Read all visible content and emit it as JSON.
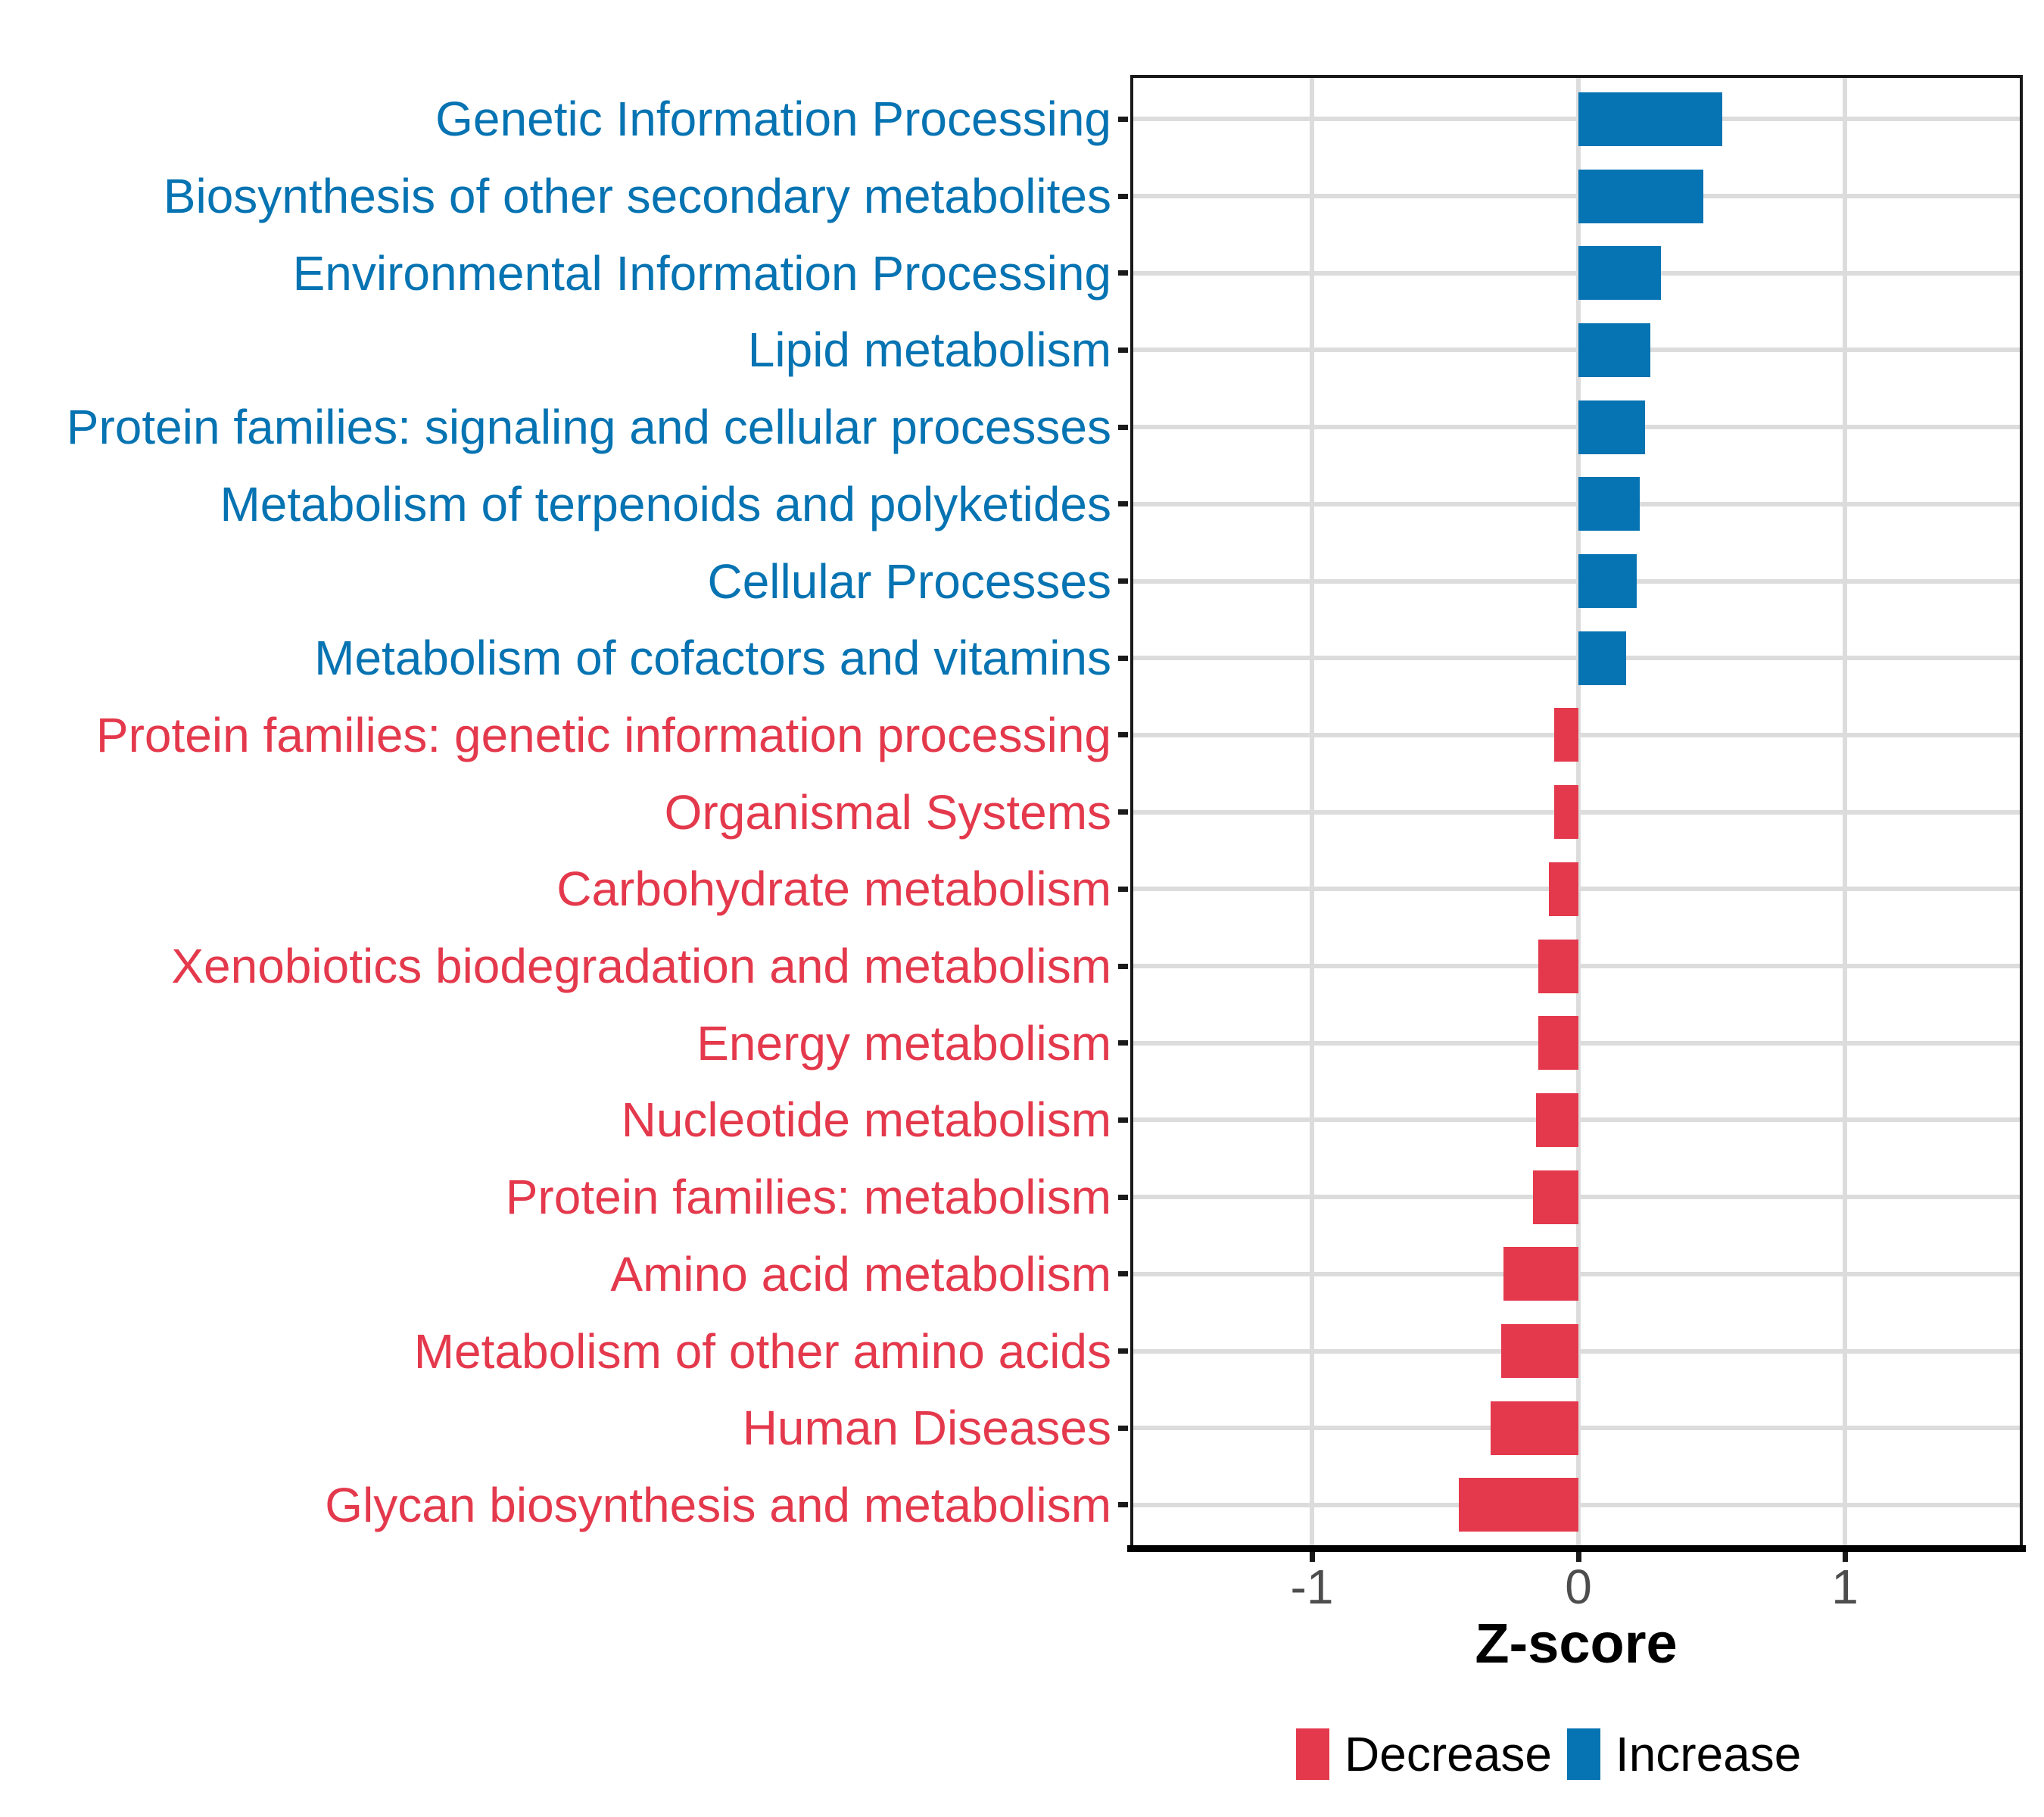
{
  "chart_data": {
    "type": "bar",
    "orientation": "horizontal",
    "title": "",
    "xlabel": "Z-score",
    "ylabel": "",
    "xlim": [
      -1.68,
      1.67
    ],
    "grid": "major-only",
    "legend_position": "bottom",
    "x_ticks": [
      {
        "label": "-1",
        "value": -1
      },
      {
        "label": "0",
        "value": 0
      },
      {
        "label": "1",
        "value": 1
      }
    ],
    "categories": [
      "Genetic Information Processing",
      "Biosynthesis of other secondary metabolites",
      "Environmental Information Processing",
      "Lipid metabolism",
      "Protein families: signaling and cellular processes",
      "Metabolism of terpenoids and polyketides",
      "Cellular Processes",
      "Metabolism of cofactors and vitamins",
      "Protein families: genetic information processing",
      "Organismal Systems",
      "Carbohydrate metabolism",
      "Xenobiotics biodegradation and metabolism",
      "Energy metabolism",
      "Nucleotide metabolism",
      "Protein families: metabolism",
      "Amino acid metabolism",
      "Metabolism of other amino acids",
      "Human Diseases",
      "Glycan biosynthesis and metabolism"
    ],
    "values": [
      0.54,
      0.47,
      0.31,
      0.27,
      0.25,
      0.23,
      0.22,
      0.18,
      -0.09,
      -0.09,
      -0.11,
      -0.15,
      -0.15,
      -0.16,
      -0.17,
      -0.28,
      -0.29,
      -0.33,
      -0.45
    ],
    "directions": [
      "Increase",
      "Increase",
      "Increase",
      "Increase",
      "Increase",
      "Increase",
      "Increase",
      "Increase",
      "Decrease",
      "Decrease",
      "Decrease",
      "Decrease",
      "Decrease",
      "Decrease",
      "Decrease",
      "Decrease",
      "Decrease",
      "Decrease",
      "Decrease"
    ],
    "legend": [
      {
        "label": "Decrease",
        "color": "#E4394C"
      },
      {
        "label": "Increase",
        "color": "#0673B2"
      }
    ],
    "colors": {
      "increase": "#0673B2",
      "decrease": "#E4394C",
      "gridline": "#DCDCDC",
      "axis_text": "#4D4D4D",
      "axis_line": "#1A1A1A"
    }
  }
}
